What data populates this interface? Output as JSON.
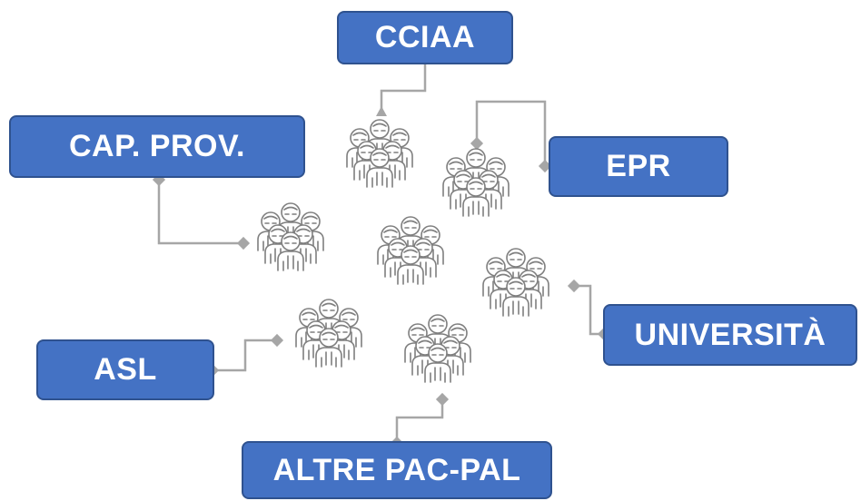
{
  "nodes": {
    "cciaa": "CCIAA",
    "cap_prov": "CAP. PROV.",
    "epr": "EPR",
    "universita": "UNIVERSITÀ",
    "asl": "ASL",
    "altre_pac_pal": "ALTRE PAC-PAL"
  },
  "icons": {
    "group": "people-group-icon"
  },
  "colors": {
    "box_fill": "#4472c4",
    "box_border": "#2f528f",
    "box_text": "#ffffff",
    "connector": "#a6a6a6",
    "icon_stroke": "#7f7f7f"
  }
}
